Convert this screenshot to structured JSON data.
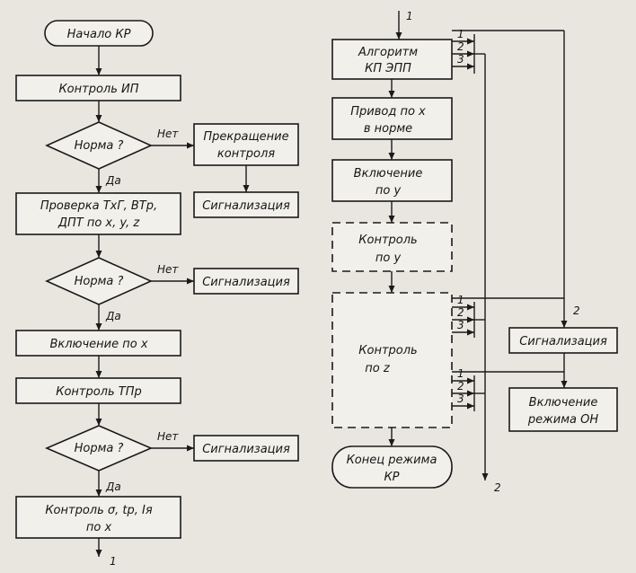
{
  "nodes": {
    "start": "Начало КР",
    "check_ip": "Контроль ИП",
    "decision_1": "Норма ?",
    "stop_control": [
      "Прекращение",
      "контроля"
    ],
    "signal_1": "Сигнализация",
    "check_sensors": [
      "Проверка ТхГ, ВТр,",
      "ДПТ по x, y, z"
    ],
    "decision_2": "Норма ?",
    "signal_2": "Сигнализация",
    "enable_x": "Включение по x",
    "check_tpr": "Контроль ТПр",
    "decision_3": "Норма ?",
    "signal_3": "Сигнализация",
    "check_params": [
      "Контроль σ, tр, Iя",
      "по x"
    ],
    "algorithm": [
      "Алгоритм",
      "КП ЭПП"
    ],
    "drive_x": [
      "Привод по x",
      "в норме"
    ],
    "enable_y": [
      "Включение",
      "по y"
    ],
    "check_y": [
      "Контроль",
      "по y"
    ],
    "check_z": [
      "Контроль",
      "по z"
    ],
    "end_mode": [
      "Конец режима",
      "КР"
    ],
    "signal_4": "Сигнализация",
    "enable_on": [
      "Включение",
      "режима ОН"
    ]
  },
  "labels": {
    "no": "Нет",
    "yes": "Да",
    "one": "1",
    "two": "2",
    "three": "3"
  }
}
